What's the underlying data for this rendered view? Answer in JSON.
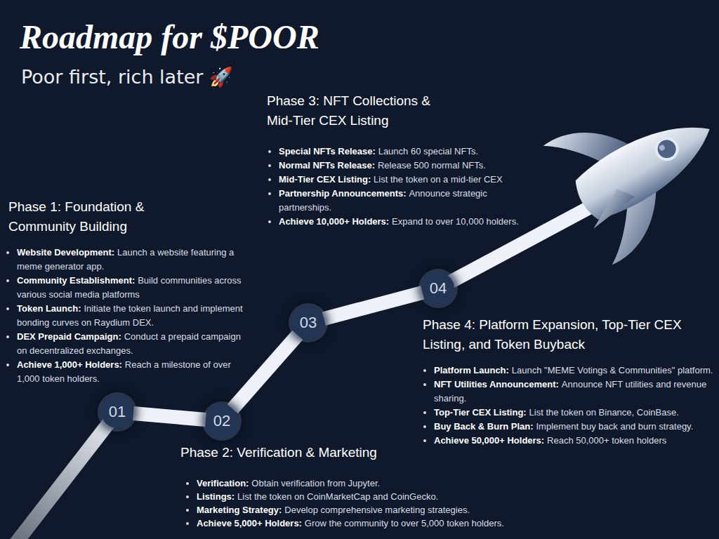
{
  "diagram": {
    "title": "Roadmap for $POOR",
    "nodes": [
      {
        "text": [
          "01"
        ]
      },
      {
        "text": [
          "02"
        ]
      },
      {
        "text": [
          "03"
        ]
      },
      {
        "text": [
          "04"
        ]
      }
    ],
    "edges": [
      {
        "from": 0,
        "to": 1,
        "arrow": "none"
      },
      {
        "from": 1,
        "to": 2,
        "arrow": "none"
      },
      {
        "from": 2,
        "to": 3,
        "arrow": "none"
      }
    ],
    "labels": [
      "Poor first, rich later 🚀",
      "Phase 1: Foundation & Community Building",
      "Website Development:",
      "Launch a website featuring a meme generator app.",
      "Community Establishment:",
      "Build communities across various social media platforms",
      "Token Launch:",
      "Initiate the token launch and implement bonding curves on Raydium DEX.",
      "DEX Prepaid Campaign:",
      "Conduct a prepaid campaign on decentralized exchanges.",
      "Achieve 1,000+ Holders:",
      "Reach a milestone of over 1,000 token holders.",
      "Phase 2: Verification & Marketing",
      "Verification:",
      "Obtain verification from Jupyter.",
      "Listings:",
      "List the token on CoinMarketCap and CoinGecko.",
      "Marketing Strategy:",
      "Develop comprehensive marketing strategies.",
      "Achieve 5,000+ Holders:",
      "Grow the community to over 5,000 token holders.",
      "Phase 3: NFT Collections & Mid-Tier CEX Listing",
      "Special NFTs Release:",
      "Launch 60 special NFTs.",
      "Normal NFTs Release:",
      "Release 500 normal NFTs.",
      "Mid-Tier CEX Listing:",
      "List the token on a mid-tier CEX",
      "Partnership Announcements:",
      "Announce strategic partnerships.",
      "Achieve 10,000+ Holders:",
      "Expand to over 10,000 holders.",
      "Phase 4: Platform Expansion, Top-Tier CEX Listing, and Token Buyback",
      "Platform Launch:",
      "Launch \"MEME Votings & Communities\" platform.",
      "NFT Utilities Announcement:",
      "Announce NFT utilities and revenue sharing.",
      "Top-Tier CEX Listing:",
      "List the token on Binance, CoinBase.",
      "Buy Back & Burn Plan:",
      "Implement buy back and burn strategy.",
      "Achieve 50,000+ Holders:",
      "Reach 50,000+ token holders"
    ]
  }
}
